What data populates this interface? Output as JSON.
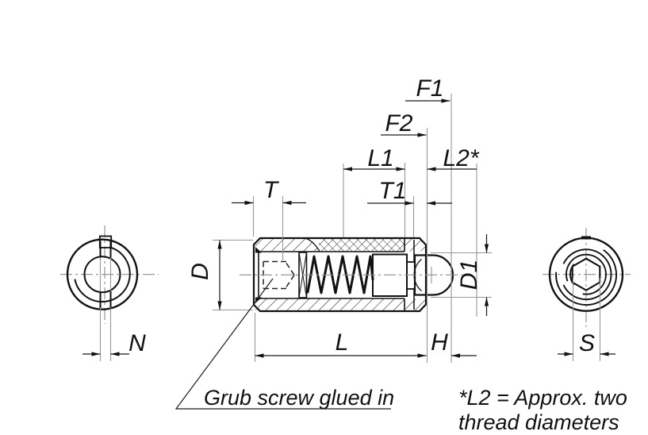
{
  "drawing": {
    "type": "technical-drawing-spring-plunger-section",
    "dim_labels": {
      "T": "T",
      "T1": "T1",
      "L1": "L1",
      "L2": "L2*",
      "F1": "F1",
      "F2": "F2",
      "D": "D",
      "D1": "D1",
      "L": "L",
      "H": "H",
      "N": "N",
      "S": "S"
    },
    "notes": {
      "grub_screw": "Grub screw glued in",
      "l2_line1": "*L2 = Approx. two",
      "l2_line2": "thread diameters"
    },
    "colors": {
      "metal_fill": "#e4e4e4",
      "outline": "#111111",
      "dim_line": "#1a1a1a",
      "ext_line": "#979797",
      "background": "#ffffff"
    }
  }
}
